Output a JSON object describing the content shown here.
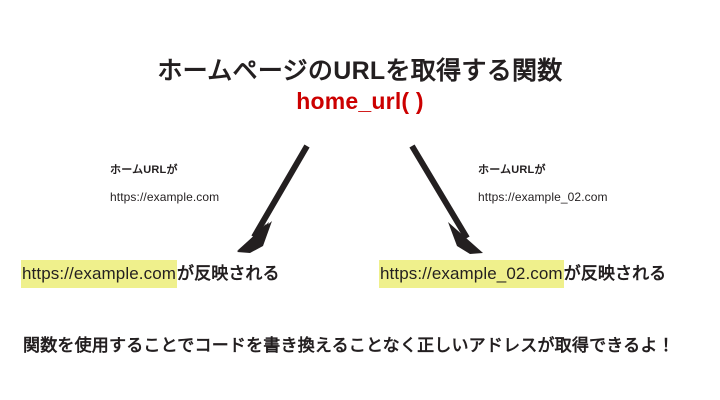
{
  "slide": {
    "background_color": "#ffffff",
    "title": "ホームページのURLを取得する関数",
    "function_name": "home_url( )",
    "function_color": "#cc0000",
    "highlight_color": "#eff08c",
    "text_color": "#231f20",
    "arrow_color": "#231f20"
  },
  "annotations": {
    "left": {
      "heading": "ホームURLが",
      "url": "https://example.com"
    },
    "right": {
      "heading": "ホームURLが",
      "url": "https://example_02.com"
    }
  },
  "results": {
    "left": {
      "url": "https://example.com",
      "suffix": "が反映される"
    },
    "right": {
      "url": "https://example_02.com",
      "suffix": "が反映される"
    }
  },
  "caption": "関数を使用することでコードを書き換えることなく正しいアドレスが取得できるよ！"
}
